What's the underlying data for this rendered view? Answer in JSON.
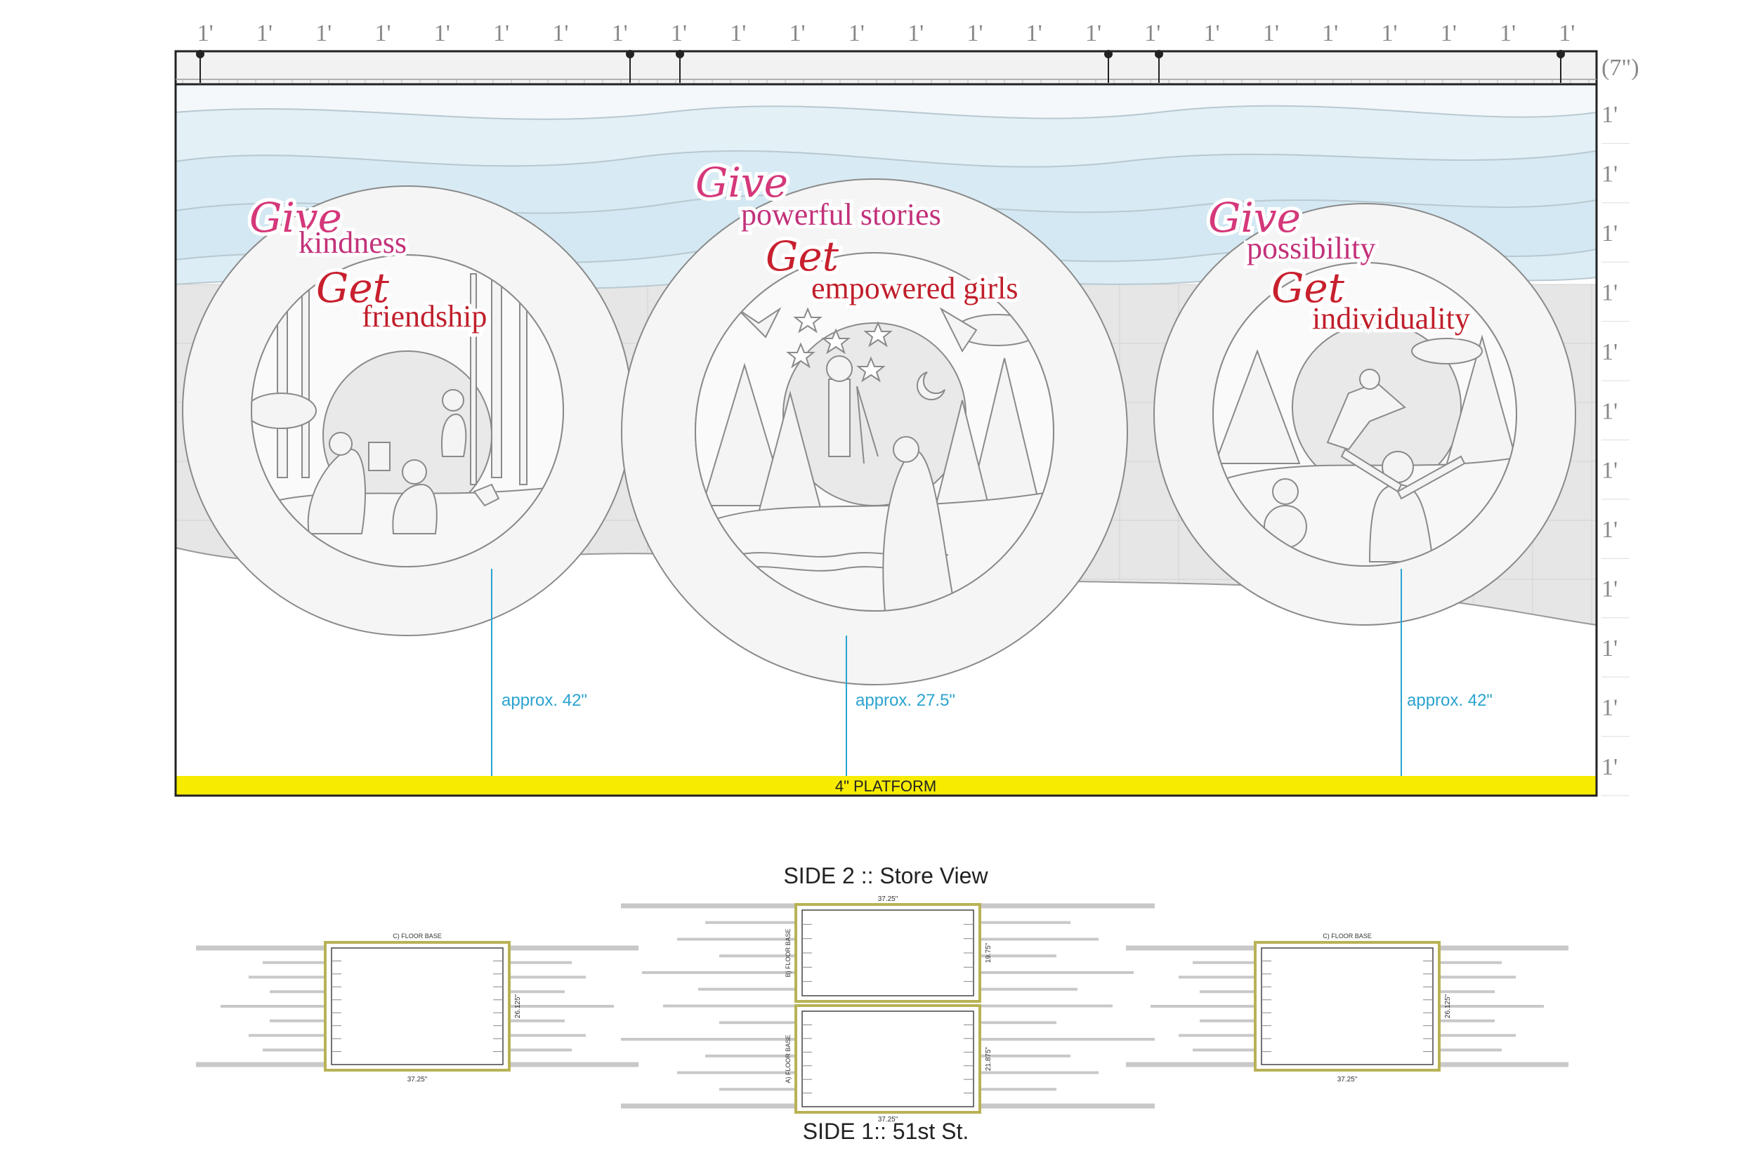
{
  "ruler": {
    "top_label": "1'",
    "top_count": 24,
    "right_top_label": "(7\")",
    "right_label": "1'",
    "right_count": 12
  },
  "panels": [
    {
      "give_script": "Give",
      "give_text": "kindness",
      "get_script": "Get",
      "get_text": "friendship"
    },
    {
      "give_script": "Give",
      "give_text": "powerful stories",
      "get_script": "Get",
      "get_text": "empowered girls"
    },
    {
      "give_script": "Give",
      "give_text": "possibility",
      "get_script": "Get",
      "get_text": "individuality"
    }
  ],
  "dimensions": {
    "left": "approx. 42\"",
    "center": "approx. 27.5\"",
    "right": "approx. 42\""
  },
  "platform_label": "4\" PLATFORM",
  "colors": {
    "platform": "#f7ec00",
    "sky": "#dbedf5",
    "dim_line": "#2aa3cf",
    "pink": "#d4387a",
    "red": "#c8202e"
  },
  "plan": {
    "side2_label": "SIDE 2 :: Store View",
    "side1_label": "SIDE 1:: 51st St.",
    "left": {
      "title": "C) FLOOR BASE",
      "width": "37.25\"",
      "height": "26.125\""
    },
    "center_top": {
      "title": "B) FLOOR BASE",
      "width": "37.25\"",
      "height": "19.75\""
    },
    "center_bottom": {
      "title": "A) FLOOR BASE",
      "width": "37.25\"",
      "height": "21.875\""
    },
    "right": {
      "title": "C) FLOOR BASE",
      "width": "37.25\"",
      "height": "26.125\""
    }
  }
}
